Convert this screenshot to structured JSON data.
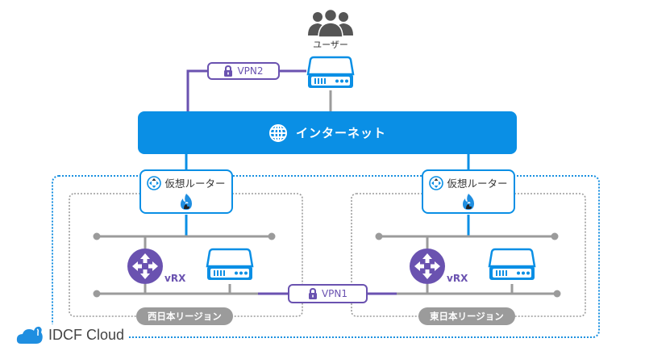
{
  "user": {
    "label": "ユーザー",
    "icon": "users-group-icon"
  },
  "vpn2": {
    "label": "VPN2",
    "icon": "lock-icon"
  },
  "vpn1": {
    "label": "VPN1",
    "icon": "lock-icon"
  },
  "internet": {
    "label": "インターネット",
    "icon": "globe-icon"
  },
  "regions": [
    {
      "name": "西日本リージョン",
      "router_label": "仮想ルーター",
      "vrx_label": "vRX"
    },
    {
      "name": "東日本リージョン",
      "router_label": "仮想ルーター",
      "vrx_label": "vRX"
    }
  ],
  "brand": {
    "name": "IDCF Cloud",
    "icon": "cloud-icon"
  },
  "colors": {
    "internet_blue": "#0a8fe5",
    "vpn_purple": "#6a52b0",
    "line_gray": "#9b9b9b",
    "cloud_boundary": "#1a90e0",
    "region_boundary": "#9b9b9b"
  }
}
